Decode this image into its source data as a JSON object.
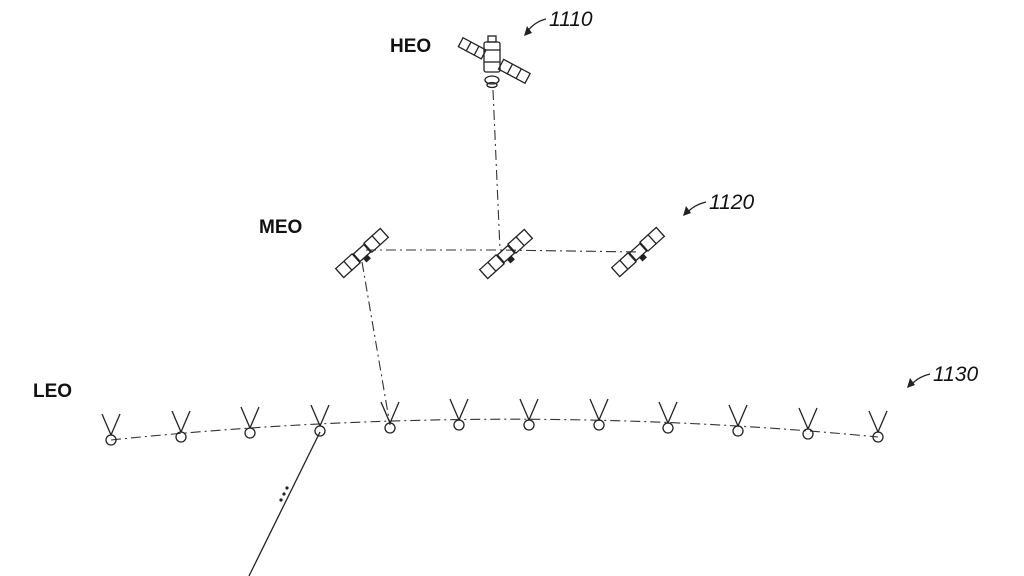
{
  "labels": {
    "heo": "HEO",
    "meo": "MEO",
    "leo": "LEO"
  },
  "references": {
    "heo_ref": "1110",
    "meo_ref": "1120",
    "leo_ref": "1130"
  },
  "satellites": {
    "heo_count": 1,
    "meo_count": 3,
    "leo_count": 12
  },
  "colors": {
    "line": "#222222",
    "background": "#ffffff"
  }
}
